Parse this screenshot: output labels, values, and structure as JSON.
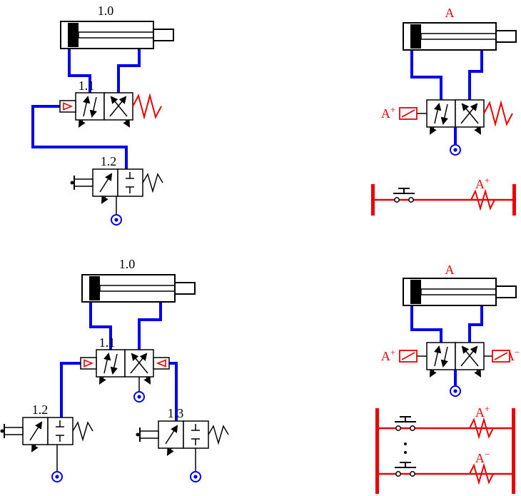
{
  "colors": {
    "tube": "#0000ee",
    "accent": "#ee0000"
  },
  "top_left": {
    "cylinder": "1.0",
    "valve": "1.1",
    "button_valve": "1.2"
  },
  "top_right": {
    "cylinder": "A",
    "solenoid": {
      "base": "A",
      "sign": "+"
    },
    "coil": {
      "base": "A",
      "sign": "+"
    }
  },
  "bottom_left": {
    "cylinder": "1.0",
    "valve": "1.1",
    "button_valve_left": "1.2",
    "button_valve_right": "1.3"
  },
  "bottom_right": {
    "cylinder": "A",
    "solenoid_left": {
      "base": "A",
      "sign": "+"
    },
    "solenoid_right": {
      "base": "A",
      "sign": "−"
    },
    "coil_top": {
      "base": "A",
      "sign": "+"
    },
    "coil_bottom": {
      "base": "A",
      "sign": "−"
    }
  }
}
